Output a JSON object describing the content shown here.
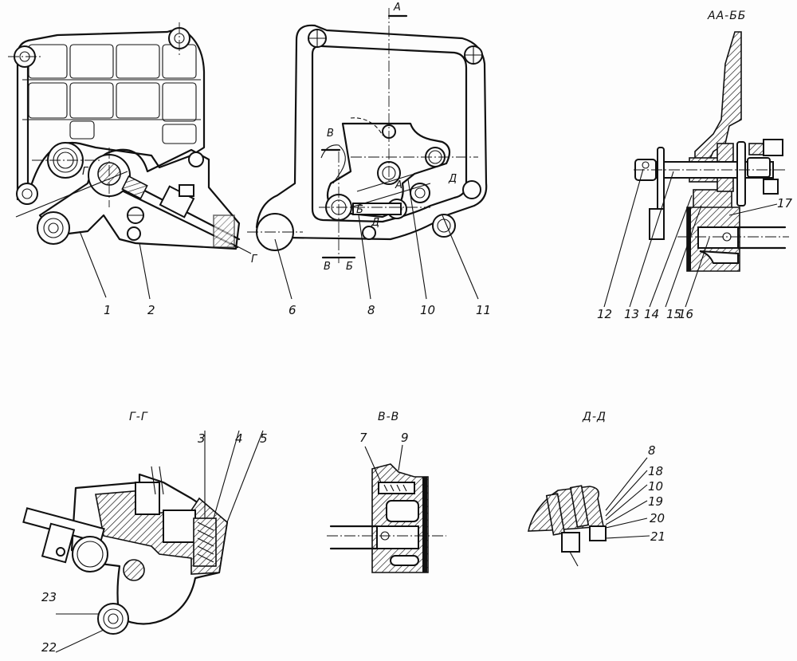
{
  "section_titles": {
    "aa_bb": "АА-ББ",
    "g_g": "Г-Г",
    "v_v": "В-В",
    "d_d": "Д-Д"
  },
  "cut_markers": {
    "a_top": "А",
    "a_inner": "А",
    "b_inner": "Б",
    "v_top": "В",
    "v_bottom": "В",
    "b_bottom": "Б",
    "d_right": "Д",
    "d_lower": "Д",
    "g_upper": "Г",
    "g_lower": "Г"
  },
  "callouts": {
    "c1": "1",
    "c2": "2",
    "c3": "3",
    "c4": "4",
    "c5": "5",
    "c6": "6",
    "c7": "7",
    "c8": "8",
    "c9": "9",
    "c10": "10",
    "c11": "11",
    "c12": "12",
    "c13": "13",
    "c14": "14",
    "c15": "15",
    "c16": "16",
    "c17": "17",
    "c18": "18",
    "c19": "19",
    "c20": "20",
    "c21": "21",
    "c22": "22",
    "c23": "23",
    "dd_8": "8",
    "dd_10": "10"
  }
}
